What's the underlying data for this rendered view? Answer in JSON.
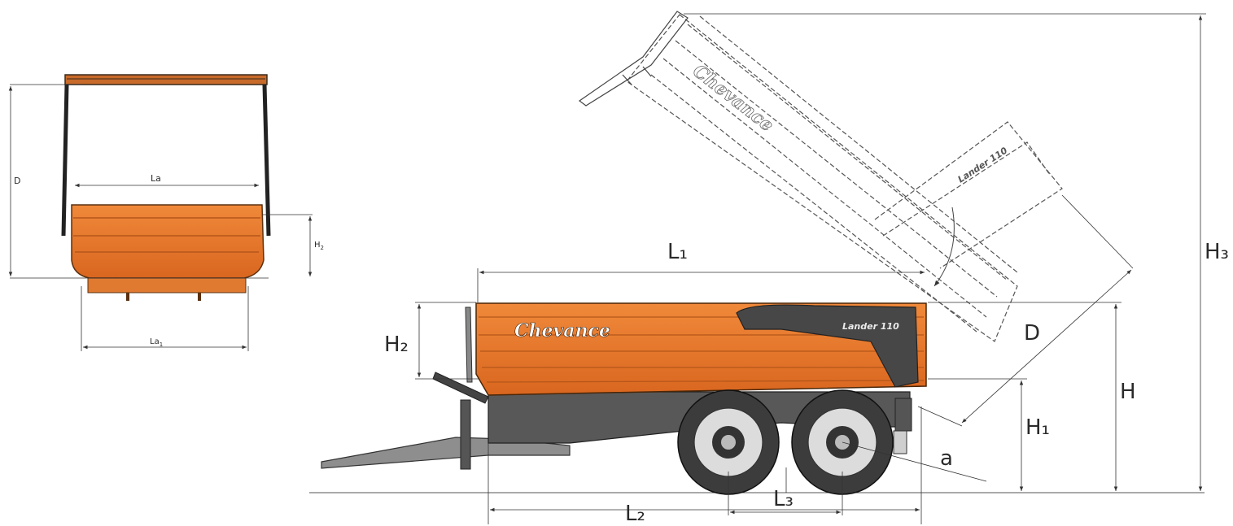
{
  "front_view": {
    "labels": {
      "depth": "D",
      "inner_width": "La",
      "side_height": "H",
      "side_height_sub": "2",
      "outer_width": "La",
      "outer_width_sub": "1"
    }
  },
  "side_view": {
    "brand": "Chevance",
    "model_plate": "Lander 110",
    "tipped_model_plate": "Lander 110",
    "labels": {
      "body_length": "L₁",
      "overall_length": "L₂",
      "axle_spacing": "L₃",
      "side_height": "H₂",
      "tip_angle": "a",
      "body_depth": "D",
      "sill_height": "H₁",
      "total_height": "H",
      "tipped_height": "H₃"
    }
  },
  "colors": {
    "body_orange": "#e8792b",
    "body_orange_dark": "#c85e1c",
    "chassis_grey": "#4a4a4a",
    "tyre_dark": "#3c3c3c",
    "rim_light": "#dcdcdc",
    "dimension_line": "#333333"
  }
}
